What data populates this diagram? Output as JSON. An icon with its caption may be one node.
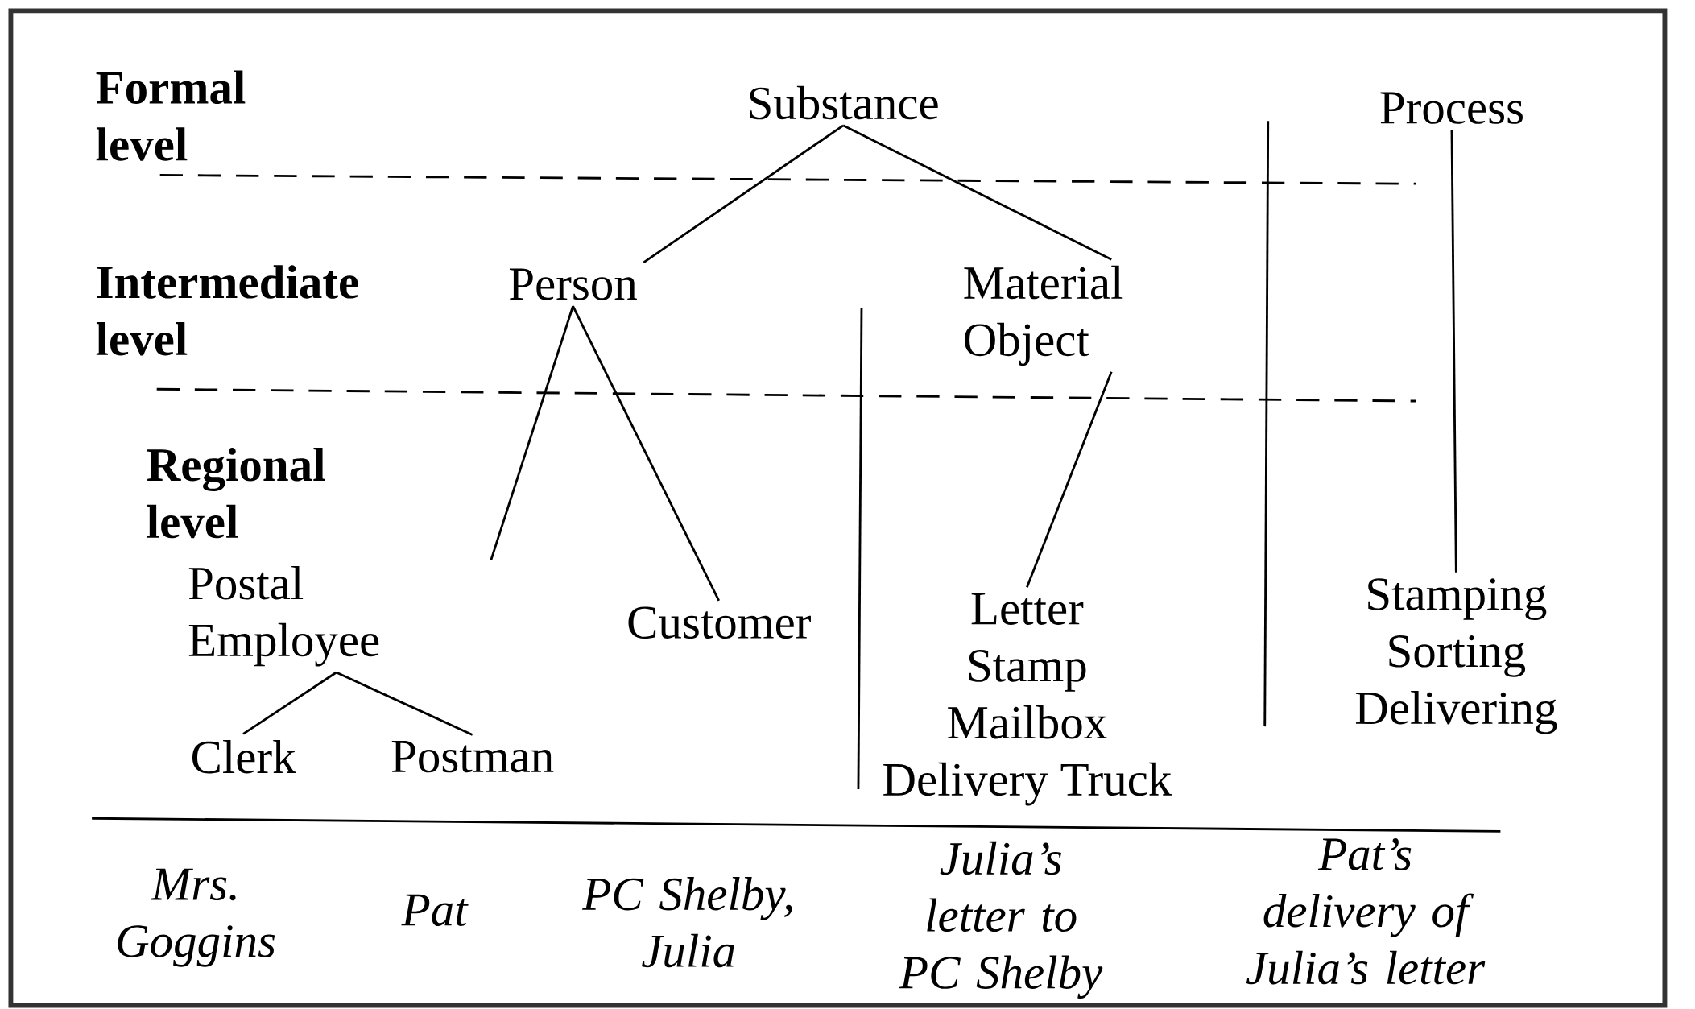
{
  "diagram": {
    "nodes": [
      {
        "text": [
          "Substance"
        ]
      },
      {
        "text": [
          "Process"
        ]
      },
      {
        "text": [
          "Person"
        ]
      },
      {
        "text": [
          "Material Object"
        ]
      },
      {
        "text": [
          "Postal Employee"
        ]
      },
      {
        "text": [
          "Customer"
        ]
      },
      {
        "text": [
          "Clerk"
        ]
      },
      {
        "text": [
          "Postman"
        ]
      },
      {
        "text": [
          "Letter",
          "Stamp",
          "Mailbox",
          "Delivery Truck"
        ]
      },
      {
        "text": [
          "Stamping",
          "Sorting",
          "Delivering"
        ]
      }
    ],
    "edges": [
      {
        "from": 0,
        "to": 2,
        "arrow": "none"
      },
      {
        "from": 0,
        "to": 3,
        "arrow": "none"
      },
      {
        "from": 2,
        "to": 4,
        "arrow": "none"
      },
      {
        "from": 2,
        "to": 5,
        "arrow": "none"
      },
      {
        "from": 4,
        "to": 6,
        "arrow": "none"
      },
      {
        "from": 4,
        "to": 7,
        "arrow": "none"
      },
      {
        "from": 3,
        "to": 8,
        "arrow": "none"
      },
      {
        "from": 1,
        "to": 9,
        "arrow": "none"
      }
    ],
    "labels": [
      "Formal level",
      "Intermediate level",
      "Regional level",
      "Mrs. Goggins",
      "Pat",
      "PC Shelby, Julia",
      "Julia’s letter to PC Shelby",
      "Pat’s delivery of Julia’s letter"
    ]
  }
}
